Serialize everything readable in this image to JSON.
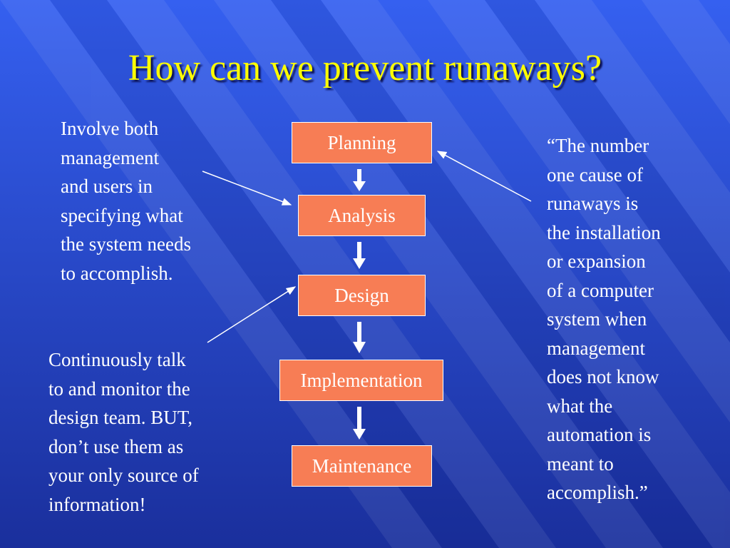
{
  "slide": {
    "title": "How can we prevent runaways?",
    "background_color": "#2f55e0",
    "box_color": "#f77d55",
    "title_color": "#ffff00"
  },
  "steps": [
    {
      "label": "Planning"
    },
    {
      "label": "Analysis"
    },
    {
      "label": "Design"
    },
    {
      "label": "Implementation"
    },
    {
      "label": "Maintenance"
    }
  ],
  "notes": {
    "left_top": "Involve both\nmanagement\nand users in\nspecifying what\nthe system needs\nto accomplish.",
    "left_bottom": "Continuously talk\nto and monitor the\ndesign team.  BUT,\ndon’t use them as\nyour only source of\ninformation!",
    "right": "“The number\none cause of\nrunaways is\nthe installation\nor expansion\nof a computer\nsystem when\nmanagement\ndoes not know\nwhat the\nautomation is\nmeant to\naccomplish.”"
  }
}
